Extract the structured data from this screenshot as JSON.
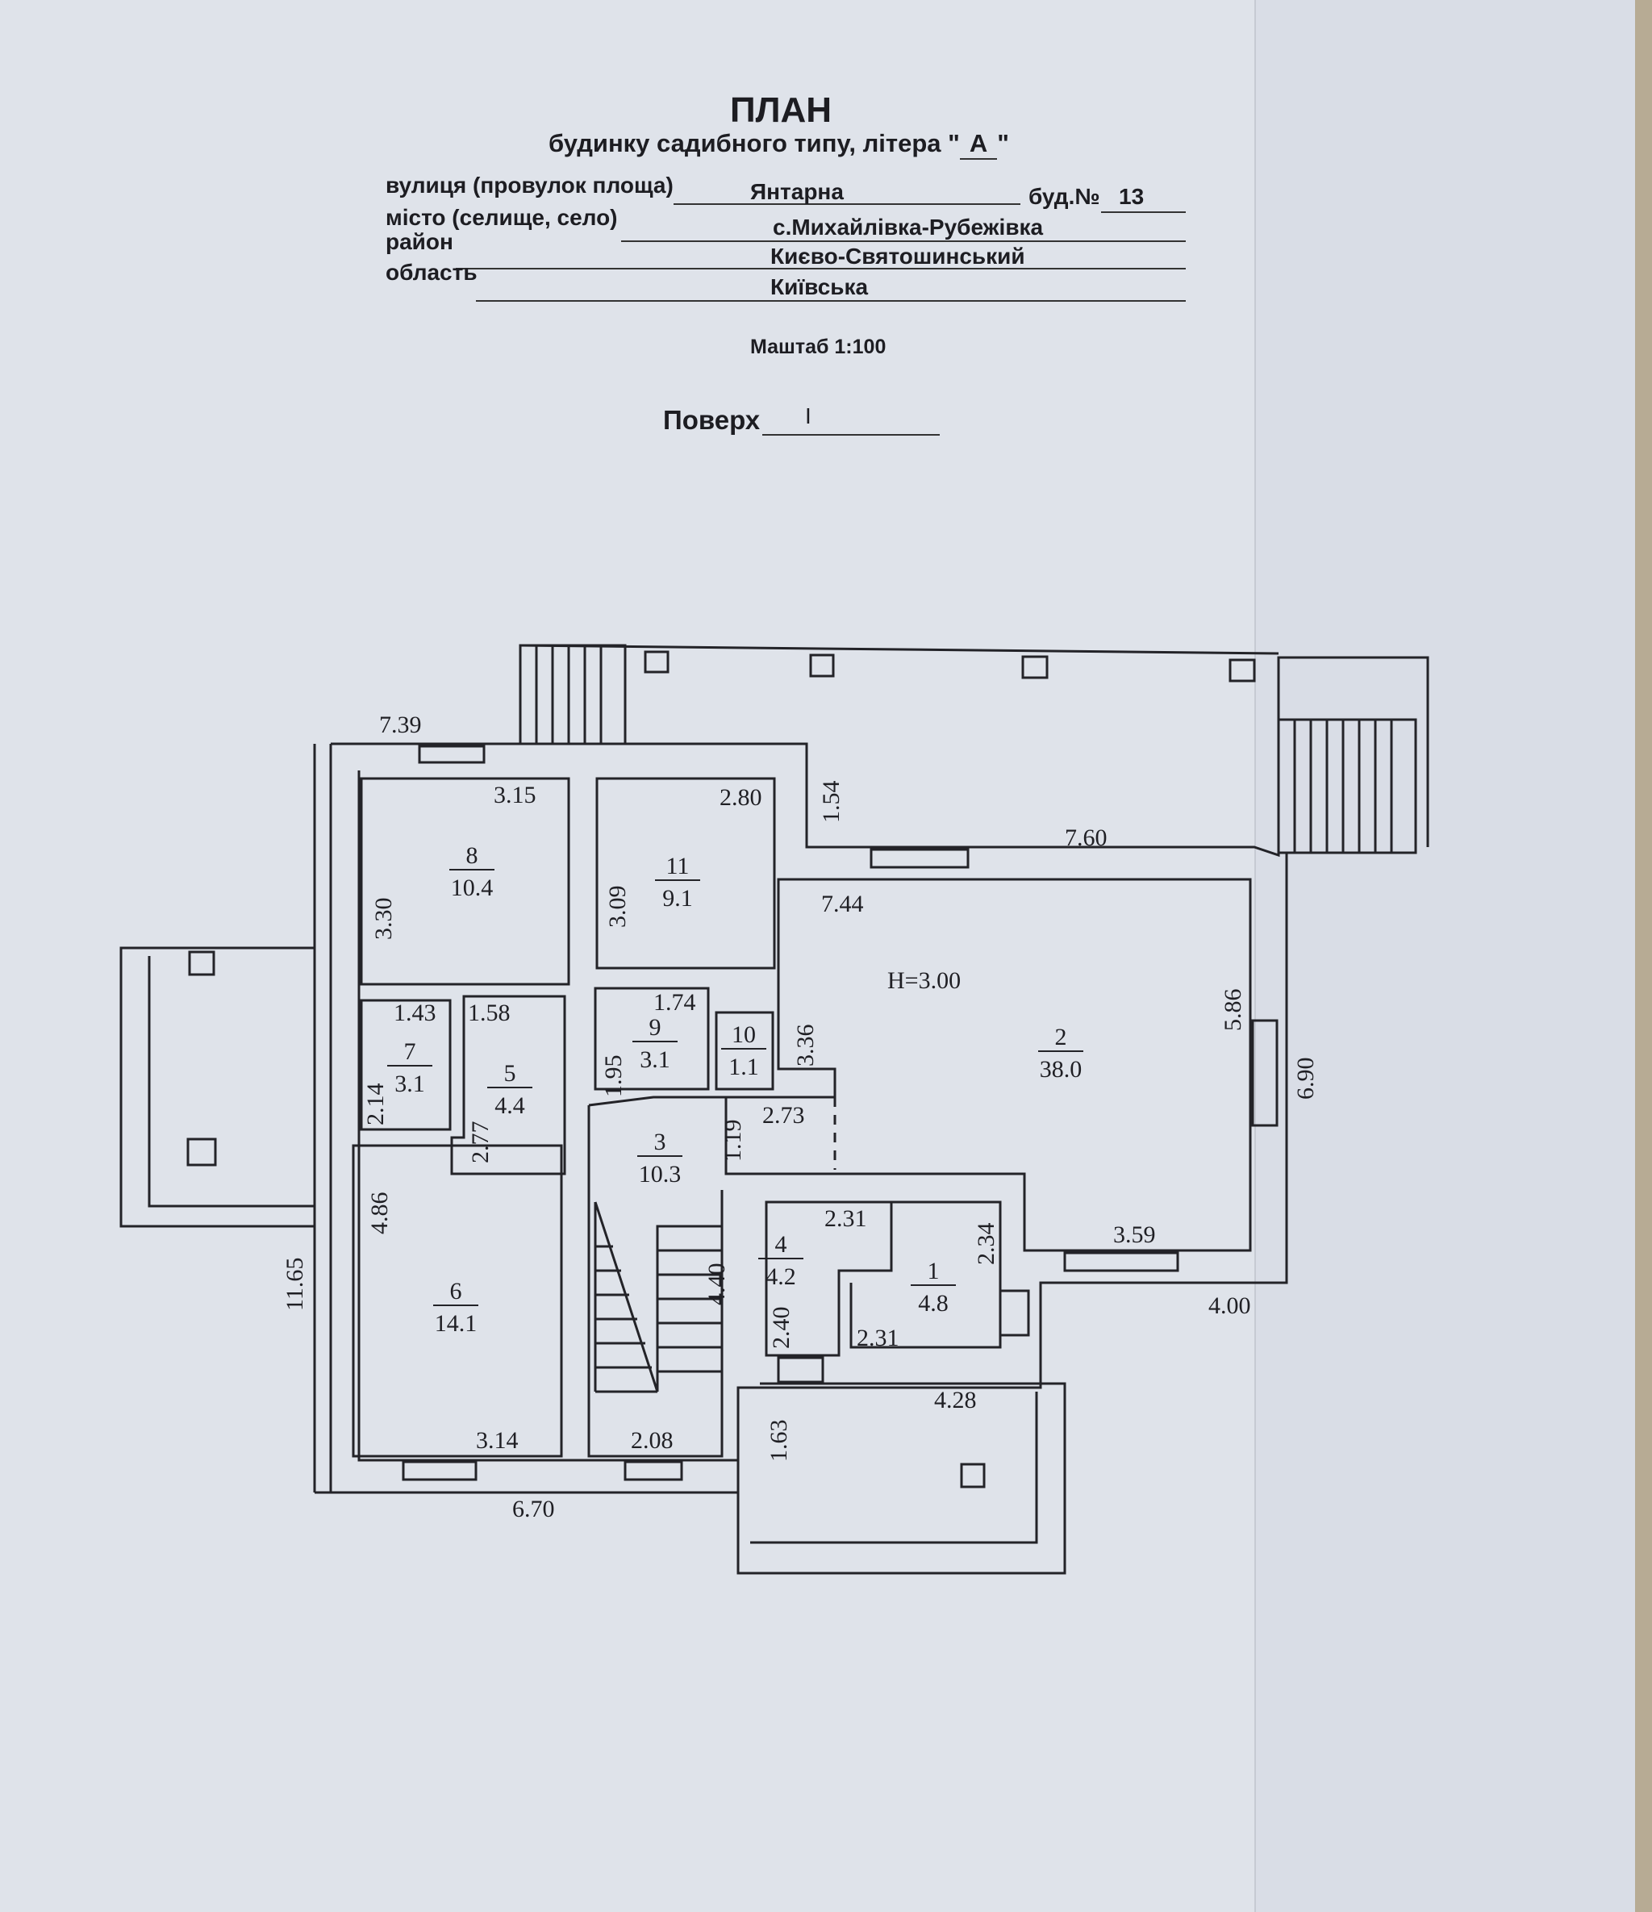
{
  "header": {
    "title": "ПЛАН",
    "subtitle_prefix": "будинку садибного типу, літера \"",
    "litera": "А",
    "subtitle_suffix": "\""
  },
  "address": {
    "street_label": "вулиця (провулок площа)",
    "street_value": "Янтарна",
    "building_label": "буд.№",
    "building_value": "13",
    "city_label": "місто (селище, село)",
    "city_value": "с.Михайлівка-Рубежівка",
    "district_label": "район",
    "district_value": "Києво-Святошинський",
    "region_label": "область",
    "region_value": "Київська"
  },
  "scale": "Маштаб 1:100",
  "floor": {
    "label": "Поверх",
    "value": "I"
  },
  "plan": {
    "height_note": "Н=3.00",
    "rooms": [
      {
        "num": "1",
        "area": "4.8"
      },
      {
        "num": "2",
        "area": "38.0"
      },
      {
        "num": "3",
        "area": "10.3"
      },
      {
        "num": "4",
        "area": "4.2"
      },
      {
        "num": "5",
        "area": "4.4"
      },
      {
        "num": "6",
        "area": "14.1"
      },
      {
        "num": "7",
        "area": "3.1"
      },
      {
        "num": "8",
        "area": "10.4"
      },
      {
        "num": "9",
        "area": "3.1"
      },
      {
        "num": "10",
        "area": "1.1"
      },
      {
        "num": "11",
        "area": "9.1"
      }
    ],
    "dimensions": {
      "d_7_39": "7.39",
      "d_3_15": "3.15",
      "d_2_80": "2.80",
      "d_1_54": "1.54",
      "d_7_60": "7.60",
      "d_7_44": "7.44",
      "d_3_30": "3.30",
      "d_3_09": "3.09",
      "d_1_74": "1.74",
      "d_1_43": "1.43",
      "d_1_58": "1.58",
      "d_3_36": "3.36",
      "d_5_86": "5.86",
      "d_6_90": "6.90",
      "d_1_95": "1.95",
      "d_2_14": "2.14",
      "d_2_77": "2.77",
      "d_1_19": "1.19",
      "d_2_73": "2.73",
      "d_4_86": "4.86",
      "d_11_65": "11.65",
      "d_2_31a": "2.31",
      "d_2_34": "2.34",
      "d_3_59": "3.59",
      "d_4_40": "4.40",
      "d_4_00": "4.00",
      "d_2_40": "2.40",
      "d_2_31b": "2.31",
      "d_4_28": "4.28",
      "d_1_63": "1.63",
      "d_3_14": "3.14",
      "d_2_08": "2.08",
      "d_6_70": "6.70"
    }
  }
}
